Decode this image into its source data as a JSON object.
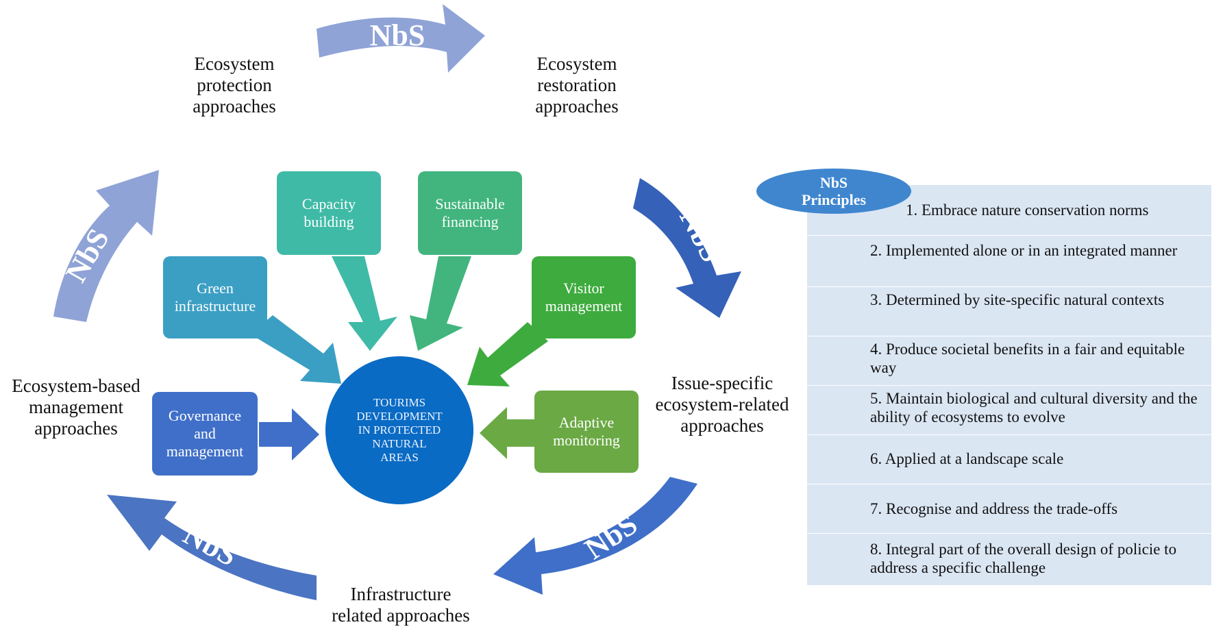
{
  "approaches": {
    "protection": "Ecosystem\nprotection\napproaches",
    "restoration": "Ecosystem\nrestoration\napproaches",
    "ebm": "Ecosystem-based\nmanagement\napproaches",
    "issue": "Issue-specific\necosystem-related\napproaches",
    "infrastructure": "Infrastructure\nrelated approaches"
  },
  "cycle_arrow_label": "NbS",
  "center": "TOURIMS\nDEVELOPMENT\nIN PROTECTED\nNATURAL\nAREAS",
  "boxes": {
    "capacity": "Capacity\nbuilding",
    "financing": "Sustainable\nfinancing",
    "green": "Green\ninfrastructure",
    "visitor": "Visitor\nmanagement",
    "governance": "Governance\nand\nmanagement",
    "adaptive": "Adaptive\nmonitoring"
  },
  "principles": {
    "title": "NbS\nPrinciples",
    "items": [
      "1. Embrace nature conservation norms",
      "2. Implemented alone or in an integrated manner",
      "3. Determined by site-specific natural contexts",
      "4. Produce societal benefits in a fair and equitable way",
      "5. Maintain biological and cultural diversity and the ability of ecosystems to evolve",
      "6. Applied at a landscape scale",
      "7. Recognise and address the trade-offs",
      "8. Integral part of the overall design of policie to address a specific challenge"
    ]
  },
  "colors": {
    "capacity": "#3fbaa6",
    "financing": "#42b57e",
    "green": "#3b9fc4",
    "visitor": "#3dab3d",
    "governance": "#3f6fc8",
    "adaptive": "#6aa944",
    "center": "#0a6bc4",
    "cycle_light": "#8fa3d6",
    "cycle_dark": "#3561b8",
    "principles_panel": "#dbe6f3",
    "principles_badge": "#3f86cf"
  }
}
